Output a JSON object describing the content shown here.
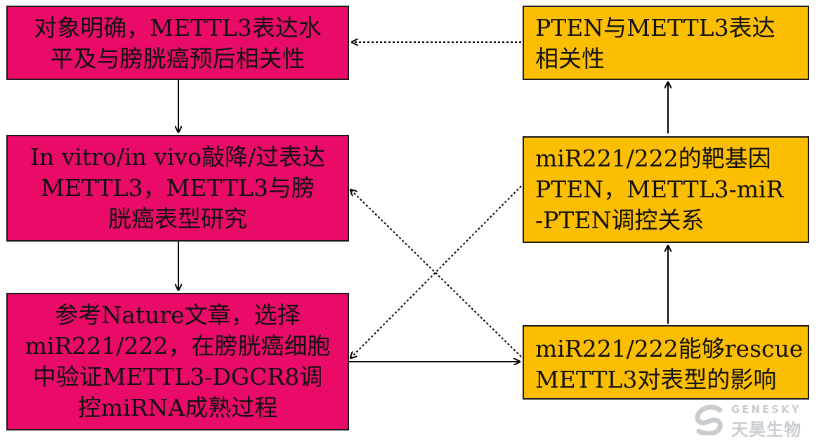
{
  "boxes": {
    "box_clinical": "对象明确，METTL3表达水\n平及与膀胱癌预后相关性",
    "box_phenotype": "In vitro/in vivo敲降/过表达\nMETTL3，METTL3与膀\n胱癌表型研究",
    "box_mechanism": "参考Nature文章，选择\nmiR221/222，在膀胱癌细胞\n中验证METTL3-DGCR8调\n控miRNA成熟过程",
    "box_pten_corr": "PTEN与METTL3表达\n相关性",
    "box_target": "miR221/222的靶基因\nPTEN，METTL3-miR\n-PTEN调控关系",
    "box_rescue": "miR221/222能够rescue\nMETTL3对表型的影响"
  },
  "colors": {
    "pink": "#ea0b68",
    "orange": "#fbbe00"
  },
  "logo": {
    "en": "GENESKY",
    "cn": "天昊生物"
  }
}
